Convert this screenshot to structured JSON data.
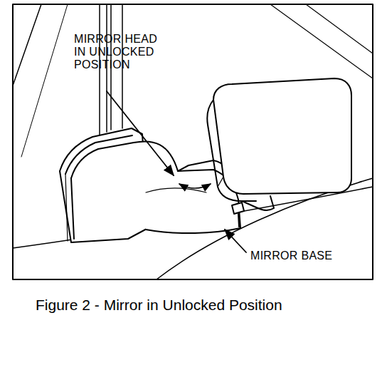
{
  "diagram": {
    "caption": "Figure 2 - Mirror in Unlocked Position",
    "labels": [
      "MIRROR HEAD IN UNLOCKED POSITION",
      "MIRROR BASE"
    ]
  }
}
